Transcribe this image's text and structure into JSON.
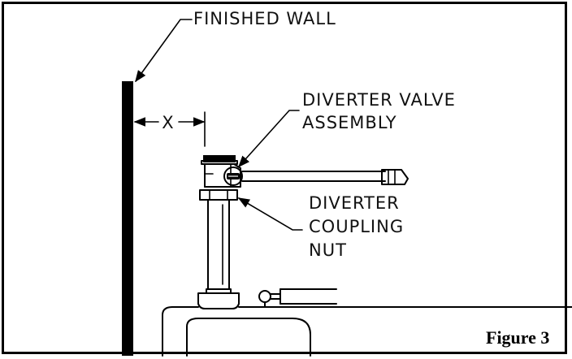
{
  "labels": {
    "finished_wall": "FINISHED WALL",
    "dimension_x": "X",
    "diverter_valve_line1": "DIVERTER VALVE",
    "diverter_valve_line2": "ASSEMBLY",
    "coupling_line1": "DIVERTER",
    "coupling_line2": "COUPLING",
    "coupling_line3": "NUT"
  },
  "caption": "Figure 3"
}
